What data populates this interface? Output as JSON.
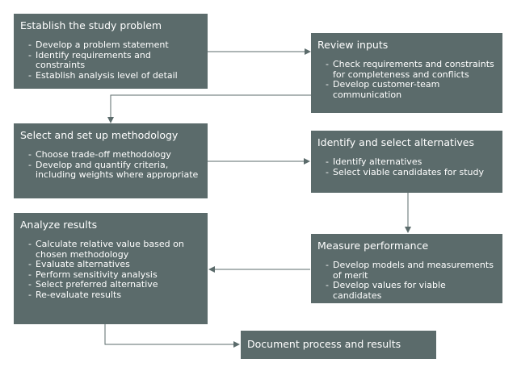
{
  "boxes": {
    "establish": {
      "title": "Establish the study problem",
      "items": [
        "Develop a problem statement",
        "Identify requirements and constraints",
        "Establish analysis level of detail"
      ]
    },
    "review": {
      "title": "Review inputs",
      "items": [
        "Check requirements and constraints for completeness and conflicts",
        "Develop customer-team communication"
      ]
    },
    "methodology": {
      "title": "Select and set up methodology",
      "items": [
        "Choose trade-off methodology",
        "Develop and quantify criteria, including weights where appropriate"
      ]
    },
    "alternatives": {
      "title": "Identify and select alternatives",
      "items": [
        "Identify alternatives",
        "Select viable candidates for study"
      ]
    },
    "analyze": {
      "title": "Analyze results",
      "items": [
        "Calculate relative value based on chosen methodology",
        "Evaluate alternatives",
        "Perform sensitivity analysis",
        "Select preferred alternative",
        "Re-evaluate results"
      ]
    },
    "measure": {
      "title": "Measure performance",
      "items": [
        "Develop models and measurements of merit",
        "Develop values for viable candidates"
      ]
    },
    "document": {
      "title": "Document process and results",
      "items": []
    }
  },
  "colors": {
    "box_fill": "#5b6b6b",
    "text": "#ffffff",
    "connector": "#5b6b6b"
  }
}
